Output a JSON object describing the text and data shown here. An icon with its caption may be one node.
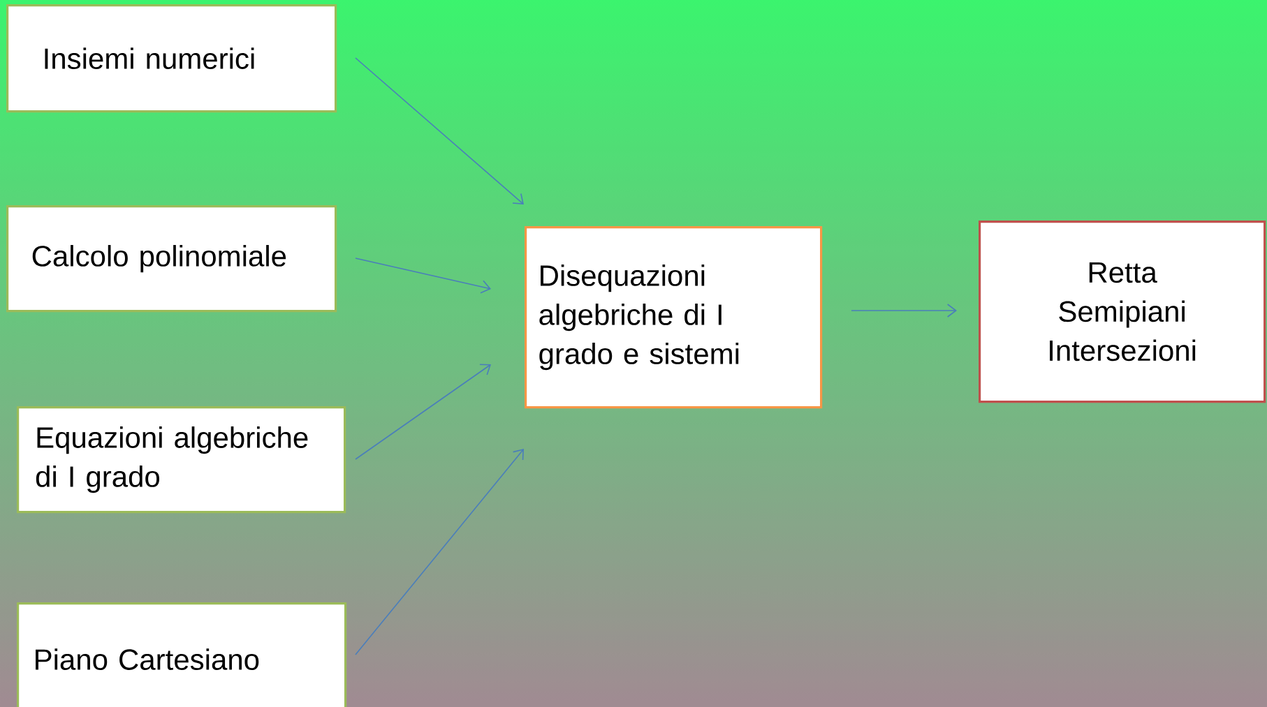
{
  "diagram": {
    "nodes": [
      {
        "text": [
          "Insiemi numerici"
        ]
      },
      {
        "text": [
          "Calcolo polinomiale"
        ]
      },
      {
        "text": [
          "Equazioni algebriche di I grado"
        ]
      },
      {
        "text": [
          "Piano Cartesiano"
        ]
      },
      {
        "text": [
          "Disequazioni algebriche di I grado e sistemi"
        ]
      },
      {
        "text": [
          "Retta",
          "Semipiani",
          "Intersezioni"
        ]
      }
    ],
    "edges": [
      {
        "from": 0,
        "to": 4,
        "arrow": "to"
      },
      {
        "from": 1,
        "to": 4,
        "arrow": "to"
      },
      {
        "from": 2,
        "to": 4,
        "arrow": "to"
      },
      {
        "from": 3,
        "to": 4,
        "arrow": "to"
      },
      {
        "from": 4,
        "to": 5,
        "arrow": "to"
      }
    ]
  }
}
